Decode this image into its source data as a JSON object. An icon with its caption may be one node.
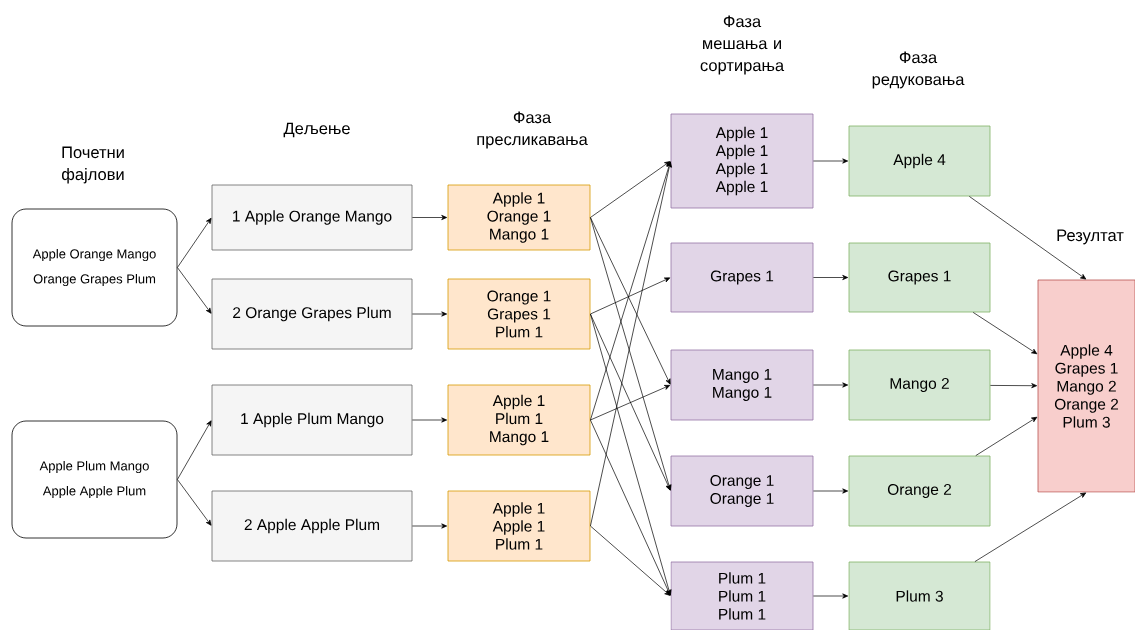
{
  "diagram": {
    "nodes": [
      {
        "text": [
          "Apple Orange Mango",
          "Orange Grapes Plum"
        ]
      },
      {
        "text": [
          "Apple Plum Mango",
          "Apple Apple Plum"
        ]
      },
      {
        "text": [
          "1 Apple Orange Mango"
        ]
      },
      {
        "text": [
          "2 Orange Grapes Plum"
        ]
      },
      {
        "text": [
          "1 Apple Plum Mango"
        ]
      },
      {
        "text": [
          "2 Apple Apple Plum"
        ]
      },
      {
        "text": [
          "Apple 1",
          "Orange 1",
          "Mango 1"
        ]
      },
      {
        "text": [
          "Orange 1",
          "Grapes 1",
          "Plum 1"
        ]
      },
      {
        "text": [
          "Apple 1",
          "Plum 1",
          "Mango 1"
        ]
      },
      {
        "text": [
          "Apple 1",
          "Apple 1",
          "Plum 1"
        ]
      },
      {
        "text": [
          "Apple 1",
          "Apple 1",
          "Apple 1",
          "Apple 1"
        ]
      },
      {
        "text": [
          "Grapes 1"
        ]
      },
      {
        "text": [
          "Mango 1",
          "Mango 1"
        ]
      },
      {
        "text": [
          "Orange 1",
          "Orange 1"
        ]
      },
      {
        "text": [
          "Plum 1",
          "Plum 1",
          "Plum 1"
        ]
      },
      {
        "text": [
          "Apple 4"
        ]
      },
      {
        "text": [
          "Grapes 1"
        ]
      },
      {
        "text": [
          "Mango 2"
        ]
      },
      {
        "text": [
          "Orange 2"
        ]
      },
      {
        "text": [
          "Plum 3"
        ]
      },
      {
        "text": [
          "Apple 4",
          "Grapes 1",
          "Mango 2",
          "Orange 2",
          "Plum 3"
        ]
      }
    ],
    "edges": [
      {
        "from": 0,
        "to": 2,
        "arrow": "to"
      },
      {
        "from": 0,
        "to": 3,
        "arrow": "to"
      },
      {
        "from": 1,
        "to": 4,
        "arrow": "to"
      },
      {
        "from": 1,
        "to": 5,
        "arrow": "to"
      },
      {
        "from": 2,
        "to": 6,
        "arrow": "to"
      },
      {
        "from": 3,
        "to": 7,
        "arrow": "to"
      },
      {
        "from": 4,
        "to": 8,
        "arrow": "to"
      },
      {
        "from": 5,
        "to": 9,
        "arrow": "to"
      },
      {
        "from": 6,
        "to": 10,
        "arrow": "to"
      },
      {
        "from": 6,
        "to": 13,
        "arrow": "to"
      },
      {
        "from": 6,
        "to": 12,
        "arrow": "to"
      },
      {
        "from": 7,
        "to": 13,
        "arrow": "to"
      },
      {
        "from": 7,
        "to": 11,
        "arrow": "to"
      },
      {
        "from": 7,
        "to": 14,
        "arrow": "to"
      },
      {
        "from": 8,
        "to": 10,
        "arrow": "to"
      },
      {
        "from": 8,
        "to": 14,
        "arrow": "to"
      },
      {
        "from": 8,
        "to": 12,
        "arrow": "to"
      },
      {
        "from": 9,
        "to": 10,
        "arrow": "to"
      },
      {
        "from": 9,
        "to": 14,
        "arrow": "to"
      },
      {
        "from": 10,
        "to": 15,
        "arrow": "to"
      },
      {
        "from": 11,
        "to": 16,
        "arrow": "to"
      },
      {
        "from": 12,
        "to": 17,
        "arrow": "to"
      },
      {
        "from": 13,
        "to": 18,
        "arrow": "to"
      },
      {
        "from": 14,
        "to": 19,
        "arrow": "to"
      },
      {
        "from": 15,
        "to": 20,
        "arrow": "to"
      },
      {
        "from": 16,
        "to": 20,
        "arrow": "to"
      },
      {
        "from": 17,
        "to": 20,
        "arrow": "to"
      },
      {
        "from": 18,
        "to": 20,
        "arrow": "to"
      },
      {
        "from": 19,
        "to": 20,
        "arrow": "to"
      }
    ],
    "labels": [
      "Почетни фајлови",
      "Дељење",
      "Фаза пресликавања",
      "Фаза мешања и сортирања",
      "Фаза редуковања",
      "Резултат"
    ]
  }
}
